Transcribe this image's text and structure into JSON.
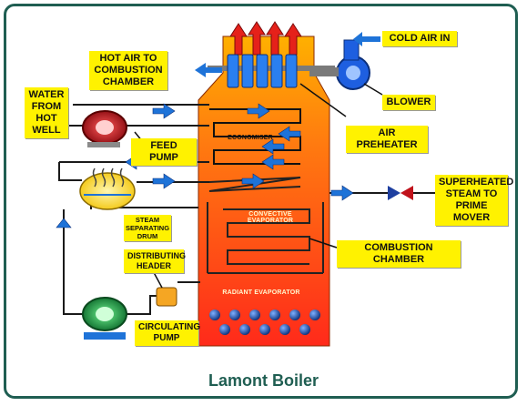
{
  "title": "Lamont Boiler",
  "labels": {
    "cold_air_in": "COLD AIR IN",
    "hot_air": "HOT AIR TO COMBUSTION CHAMBER",
    "water": "WATER FROM HOT WELL",
    "blower": "BLOWER",
    "feed_pump": "FEED PUMP",
    "air_preheater": "AIR PREHEATER",
    "superheated": "SUPERHEATED STEAM TO PRIME MOVER",
    "steam_drum": "STEAM SEPARATING DRUM",
    "distributing_header": "DISTRIBUTING HEADER",
    "combustion_chamber": "COMBUSTION CHAMBER",
    "circulating_pump": "CIRCULATING PUMP",
    "economiser": "ECONOMISER",
    "convective_evaporator": "CONVECTIVE EVAPORATOR",
    "radiant_evaporator": "RADIANT EVAPORATOR"
  },
  "colors": {
    "label_bg": "#fff200",
    "frame": "#1f5e52",
    "furnace_top": "#ffb000",
    "furnace_bottom": "#ff2a1a",
    "arrow_blue": "#1e73d8",
    "pump_red": "#c0121b",
    "pump_green": "#1fa84a"
  }
}
